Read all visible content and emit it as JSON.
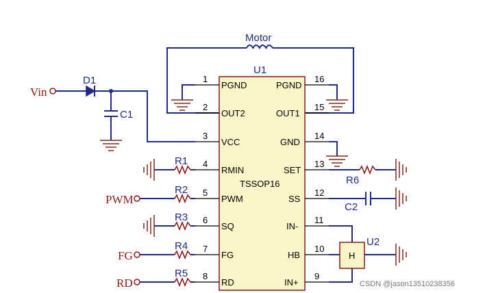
{
  "ic": {
    "ref": "U1",
    "package": "TSSOP16",
    "left_pins": [
      {
        "num": "1",
        "name": "PGND"
      },
      {
        "num": "2",
        "name": "OUT2"
      },
      {
        "num": "3",
        "name": "VCC"
      },
      {
        "num": "4",
        "name": "RMIN"
      },
      {
        "num": "5",
        "name": "PWM"
      },
      {
        "num": "6",
        "name": "SQ"
      },
      {
        "num": "7",
        "name": "FG"
      },
      {
        "num": "8",
        "name": "RD"
      }
    ],
    "right_pins": [
      {
        "num": "16",
        "name": "PGND"
      },
      {
        "num": "15",
        "name": "OUT1"
      },
      {
        "num": "14",
        "name": "GND"
      },
      {
        "num": "13",
        "name": "SET"
      },
      {
        "num": "12",
        "name": "SS"
      },
      {
        "num": "11",
        "name": "IN-"
      },
      {
        "num": "10",
        "name": "HB"
      },
      {
        "num": "9",
        "name": "IN+"
      }
    ]
  },
  "components": {
    "motor": "Motor",
    "d1": "D1",
    "c1": "C1",
    "c2": "C2",
    "r1": "R1",
    "r2": "R2",
    "r3": "R3",
    "r4": "R4",
    "r5": "R5",
    "r6": "R6",
    "u2": "U2",
    "u2_body": "H"
  },
  "nets": {
    "vin": "Vin",
    "pwm": "PWM",
    "fg": "FG",
    "rd": "RD"
  },
  "watermark": "CSDN @jason13510238356"
}
